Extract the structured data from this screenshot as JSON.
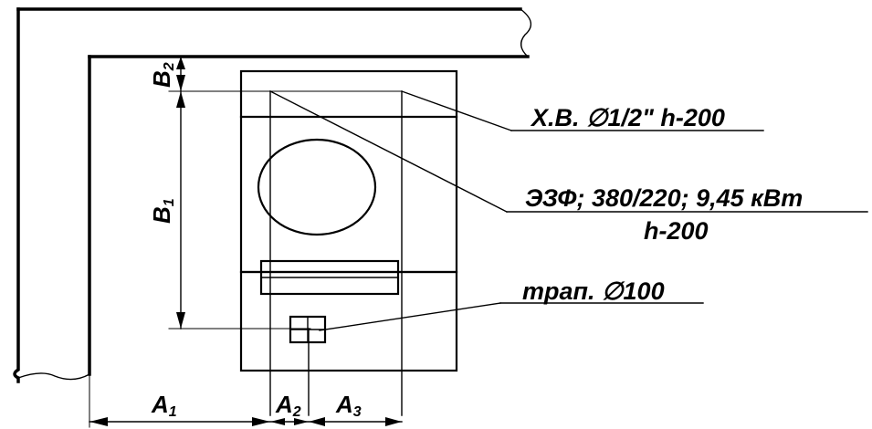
{
  "annotations": {
    "cold_water": "Х.В. ∅1/2\" h-200",
    "power_line1": "ЭЗФ; 380/220; 9,45 кВт",
    "power_line2": "h-200",
    "drain": "трап. ∅100"
  },
  "dimensions": {
    "a1": "A",
    "a1_sub": "1",
    "a2": "A",
    "a2_sub": "2",
    "a3": "A",
    "a3_sub": "3",
    "b1": "B",
    "b1_sub": "1",
    "b2": "B",
    "b2_sub": "2"
  }
}
